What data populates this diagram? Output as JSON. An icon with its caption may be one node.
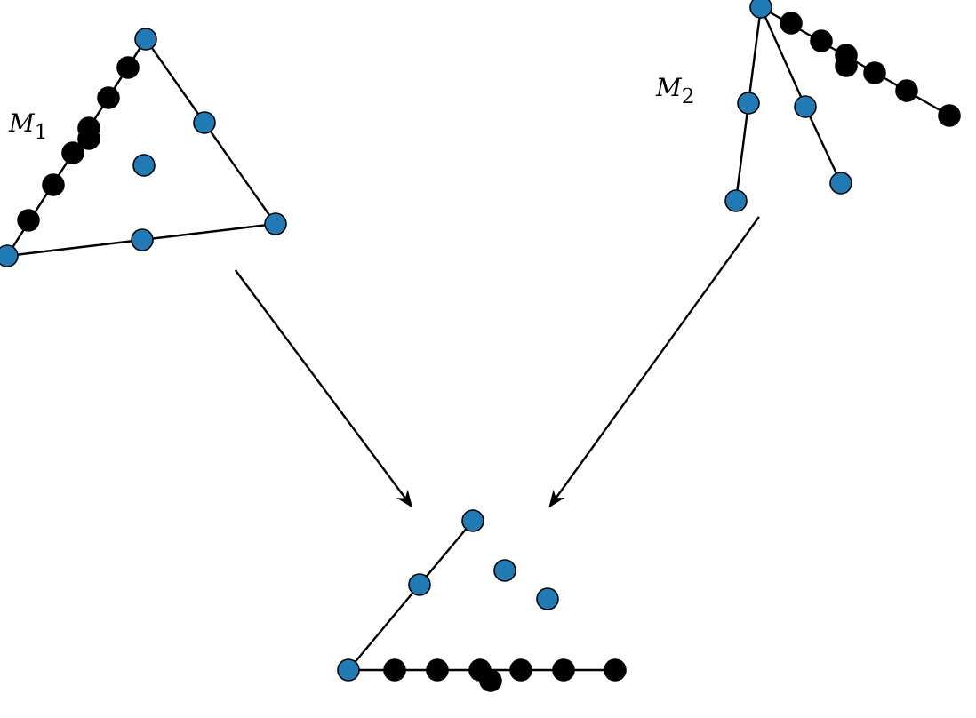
{
  "diagram": {
    "nodes": [
      {
        "text": [],
        "shape": "picture"
      },
      {
        "text": [],
        "shape": "picture"
      },
      {
        "text": [],
        "shape": "picture"
      }
    ],
    "edges": [
      {
        "from": 0,
        "to": 2,
        "arrow": "to"
      },
      {
        "from": 1,
        "to": 2,
        "arrow": "to"
      }
    ],
    "labels": [
      "*M*$_{1}$",
      "*M*$_{2}$"
    ]
  }
}
